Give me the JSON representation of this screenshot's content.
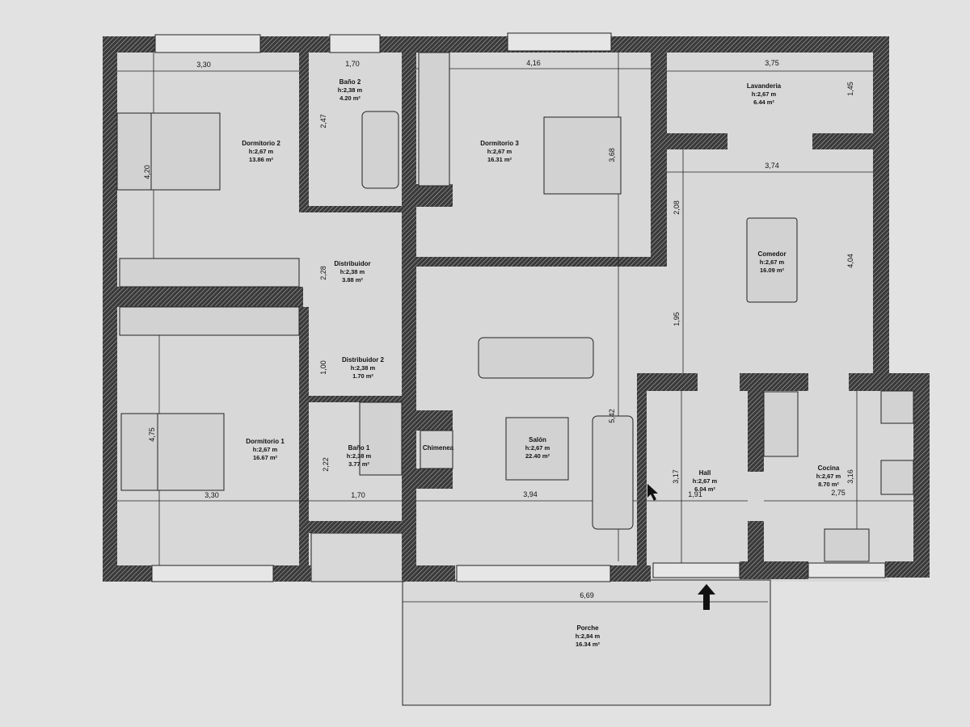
{
  "rooms": {
    "dormitorio2": {
      "name": "Dormitorio 2",
      "height": "h:2,67 m",
      "area": "13.86 m²"
    },
    "bano2": {
      "name": "Baño 2",
      "height": "h:2,38 m",
      "area": "4.20 m²"
    },
    "dormitorio3": {
      "name": "Dormitorio 3",
      "height": "h:2,67 m",
      "area": "16.31 m²"
    },
    "lavanderia": {
      "name": "Lavanderia",
      "height": "h:2,67 m",
      "area": "6.44 m²"
    },
    "comedor": {
      "name": "Comedor",
      "height": "h:2,67 m",
      "area": "16.09 m²"
    },
    "distribuidor": {
      "name": "Distribuidor",
      "height": "h:2,38 m",
      "area": "3.88 m²"
    },
    "distribuidor2": {
      "name": "Distribuidor 2",
      "height": "h:2,38 m",
      "area": "1.70 m²"
    },
    "dormitorio1": {
      "name": "Dormitorio 1",
      "height": "h:2,67 m",
      "area": "16.67 m²"
    },
    "bano1": {
      "name": "Baño 1",
      "height": "h:2,38 m",
      "area": "3.77 m²"
    },
    "chimenea": {
      "name": "Chimenea"
    },
    "salon": {
      "name": "Salón",
      "height": "h:2,67 m",
      "area": "22.40 m²"
    },
    "hall": {
      "name": "Hall",
      "height": "h:2,67 m",
      "area": "6.04 m²"
    },
    "cocina": {
      "name": "Cocina",
      "height": "h:2,67 m",
      "area": "8.70 m²"
    },
    "porche": {
      "name": "Porche",
      "height": "h:2,84 m",
      "area": "16.34 m²"
    }
  },
  "dimensions": {
    "d1": "3,30",
    "d2": "1,70",
    "d3": "4,16",
    "d4": "3,75",
    "d5": "3,74",
    "d6": "4,20",
    "d7": "2,47",
    "d8": "3,68",
    "d9": "1,45",
    "d10": "2,08",
    "d11": "4,04",
    "d12": "2,28",
    "d13": "1,95",
    "d14": "1,00",
    "d15": "4,75",
    "d16": "2,22",
    "d17": "3,30",
    "d18": "1,70",
    "d19": "3,94",
    "d20": "5,42",
    "d21": "3,17",
    "d22": "1,91",
    "d23": "3,16",
    "d24": "2,75",
    "d25": "6,69"
  },
  "icons": {
    "cursor": "mouse-pointer-icon",
    "entrance": "entrance-arrow-icon"
  },
  "colors": {
    "wall": "#2a2a2a",
    "floor": "#d9d9d9",
    "background": "#e2e2e2"
  }
}
